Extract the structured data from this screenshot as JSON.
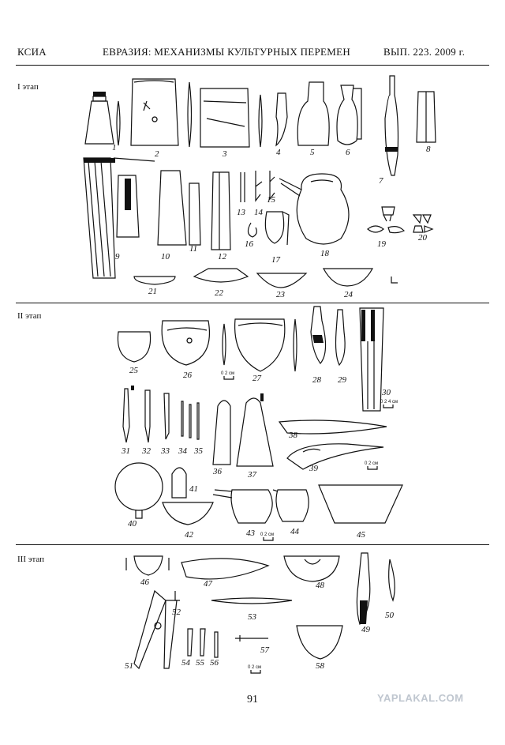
{
  "header": {
    "journal": "КСИА",
    "title": "ЕВРАЗИЯ: МЕХАНИЗМЫ КУЛЬТУРНЫХ ПЕРЕМЕН",
    "issue": "ВЫП. 223. 2009 г."
  },
  "stages": [
    "I этап",
    "II этап",
    "III этап"
  ],
  "figures": {
    "stage1": [
      "1",
      "2",
      "3",
      "4",
      "5",
      "6",
      "7",
      "8",
      "9",
      "10",
      "11",
      "12",
      "13",
      "14",
      "15",
      "16",
      "17",
      "18",
      "19",
      "20",
      "21",
      "22",
      "23",
      "24"
    ],
    "stage2": [
      "25",
      "26",
      "27",
      "28",
      "29",
      "30",
      "31",
      "32",
      "33",
      "34",
      "35",
      "36",
      "37",
      "38",
      "39",
      "40",
      "41",
      "42",
      "43",
      "44",
      "45"
    ],
    "stage3": [
      "46",
      "47",
      "48",
      "49",
      "50",
      "51",
      "52",
      "53",
      "54",
      "55",
      "56",
      "57",
      "58"
    ]
  },
  "scale_labels": [
    "0 2 см",
    "0 2 4 см",
    "0 2 см",
    "0 2 см",
    "0 2 см"
  ],
  "page_number": "91",
  "watermark": "YAPLAKAL.COM"
}
